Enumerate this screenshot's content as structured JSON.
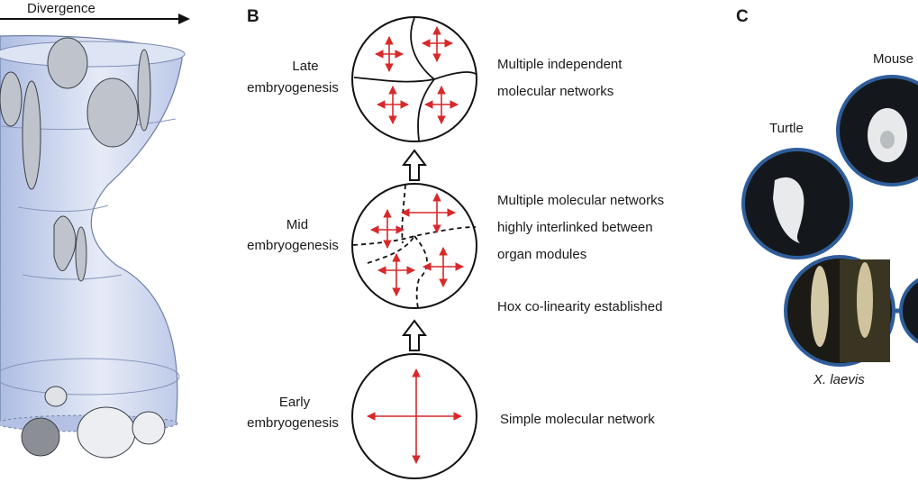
{
  "panel_a": {
    "arrow_label": "Divergence"
  },
  "panel_b": {
    "letter": "B",
    "stages": [
      {
        "label_line1": "Late",
        "label_line2": "embryogenesis",
        "desc": [
          "Multiple independent",
          "molecular networks"
        ]
      },
      {
        "label_line1": "Mid",
        "label_line2": "embryogenesis",
        "desc": [
          "Multiple molecular networks",
          "highly interlinked between",
          "organ modules"
        ],
        "extra": "Hox co-linearity established"
      },
      {
        "label_line1": "Early",
        "label_line2": "embryogenesis",
        "desc": [
          "Simple molecular network"
        ]
      }
    ]
  },
  "panel_c": {
    "letter": "C",
    "species": [
      "Mouse",
      "Turtle",
      "X. laevis"
    ]
  },
  "colors": {
    "arrow_red": "#d8282a",
    "hourglass_fill": "#c9d3ec",
    "node_border": "#2f5d9a",
    "node_bg": "#101418"
  }
}
